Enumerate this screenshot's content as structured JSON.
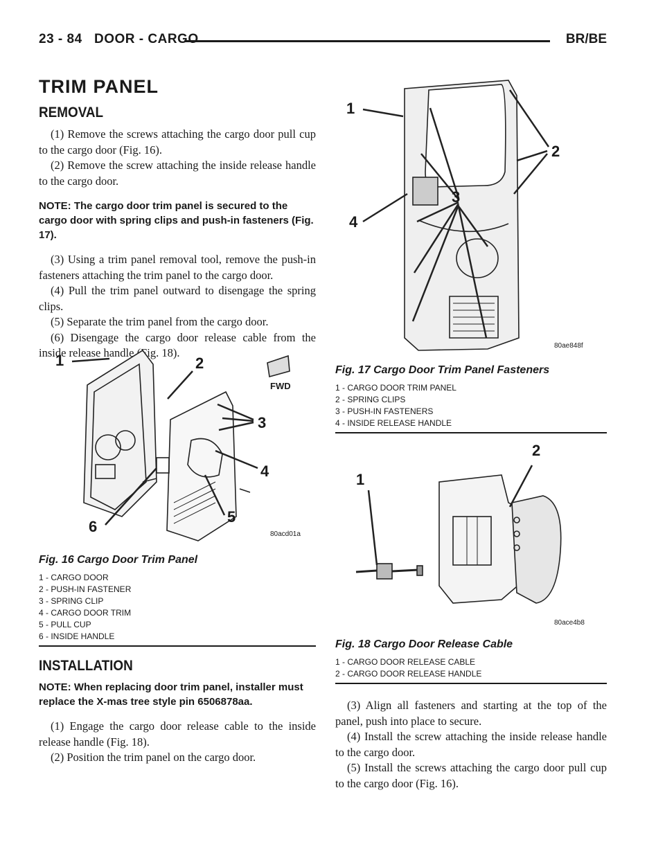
{
  "header": {
    "page_number": "23 - 84",
    "section": "DOOR - CARGO",
    "model": "BR/BE"
  },
  "title": "TRIM PANEL",
  "removal": {
    "heading": "REMOVAL",
    "steps_before_note": [
      "(1) Remove the screws attaching the cargo door pull cup to the cargo door (Fig. 16).",
      "(2) Remove the screw attaching the inside release handle to the cargo door."
    ],
    "note": "NOTE: The cargo door trim panel is secured to the cargo door with spring clips and push-in fasteners (Fig. 17).",
    "steps_after_note": [
      "(3) Using a trim panel removal tool, remove the push-in fasteners attaching the trim panel to the cargo door.",
      "(4) Pull the trim panel outward to disengage the spring clips.",
      "(5) Separate the trim panel from the cargo door.",
      "(6) Disengage the cargo door release cable from the inside release handle (Fig. 18)."
    ]
  },
  "fig16": {
    "caption": "Fig. 16 Cargo Door Trim Panel",
    "code": "80acd01a",
    "fwd_label": "FWD",
    "callouts": [
      "1",
      "2",
      "3",
      "4",
      "5",
      "6"
    ],
    "legend": [
      "1 - CARGO DOOR",
      "2 - PUSH-IN FASTENER",
      "3 - SPRING CLIP",
      "4 - CARGO DOOR TRIM",
      "5 - PULL CUP",
      "6 - INSIDE HANDLE"
    ]
  },
  "fig17": {
    "caption": "Fig. 17 Cargo Door Trim Panel Fasteners",
    "code": "80ae848f",
    "callouts": [
      "1",
      "2",
      "3",
      "4"
    ],
    "legend": [
      "1 - CARGO DOOR TRIM PANEL",
      "2 - SPRING CLIPS",
      "3 - PUSH-IN FASTENERS",
      "4 - INSIDE RELEASE HANDLE"
    ]
  },
  "fig18": {
    "caption": "Fig. 18 Cargo Door Release Cable",
    "code": "80ace4b8",
    "callouts": [
      "1",
      "2"
    ],
    "legend": [
      "1 - CARGO DOOR RELEASE CABLE",
      "2 - CARGO DOOR RELEASE HANDLE"
    ]
  },
  "installation": {
    "heading": "INSTALLATION",
    "note": "NOTE: When replacing door trim panel, installer must replace the X-mas tree style pin 6506878aa.",
    "steps_left": [
      "(1) Engage the cargo door release cable to the inside release handle (Fig. 18).",
      "(2) Position the trim panel on the cargo door."
    ],
    "steps_right": [
      "(3) Align all fasteners and starting at the top of the panel, push into place to secure.",
      "(4) Install the screw attaching the inside release handle to the cargo door.",
      "(5) Install the screws attaching the cargo door pull cup to the cargo door (Fig. 16)."
    ]
  }
}
